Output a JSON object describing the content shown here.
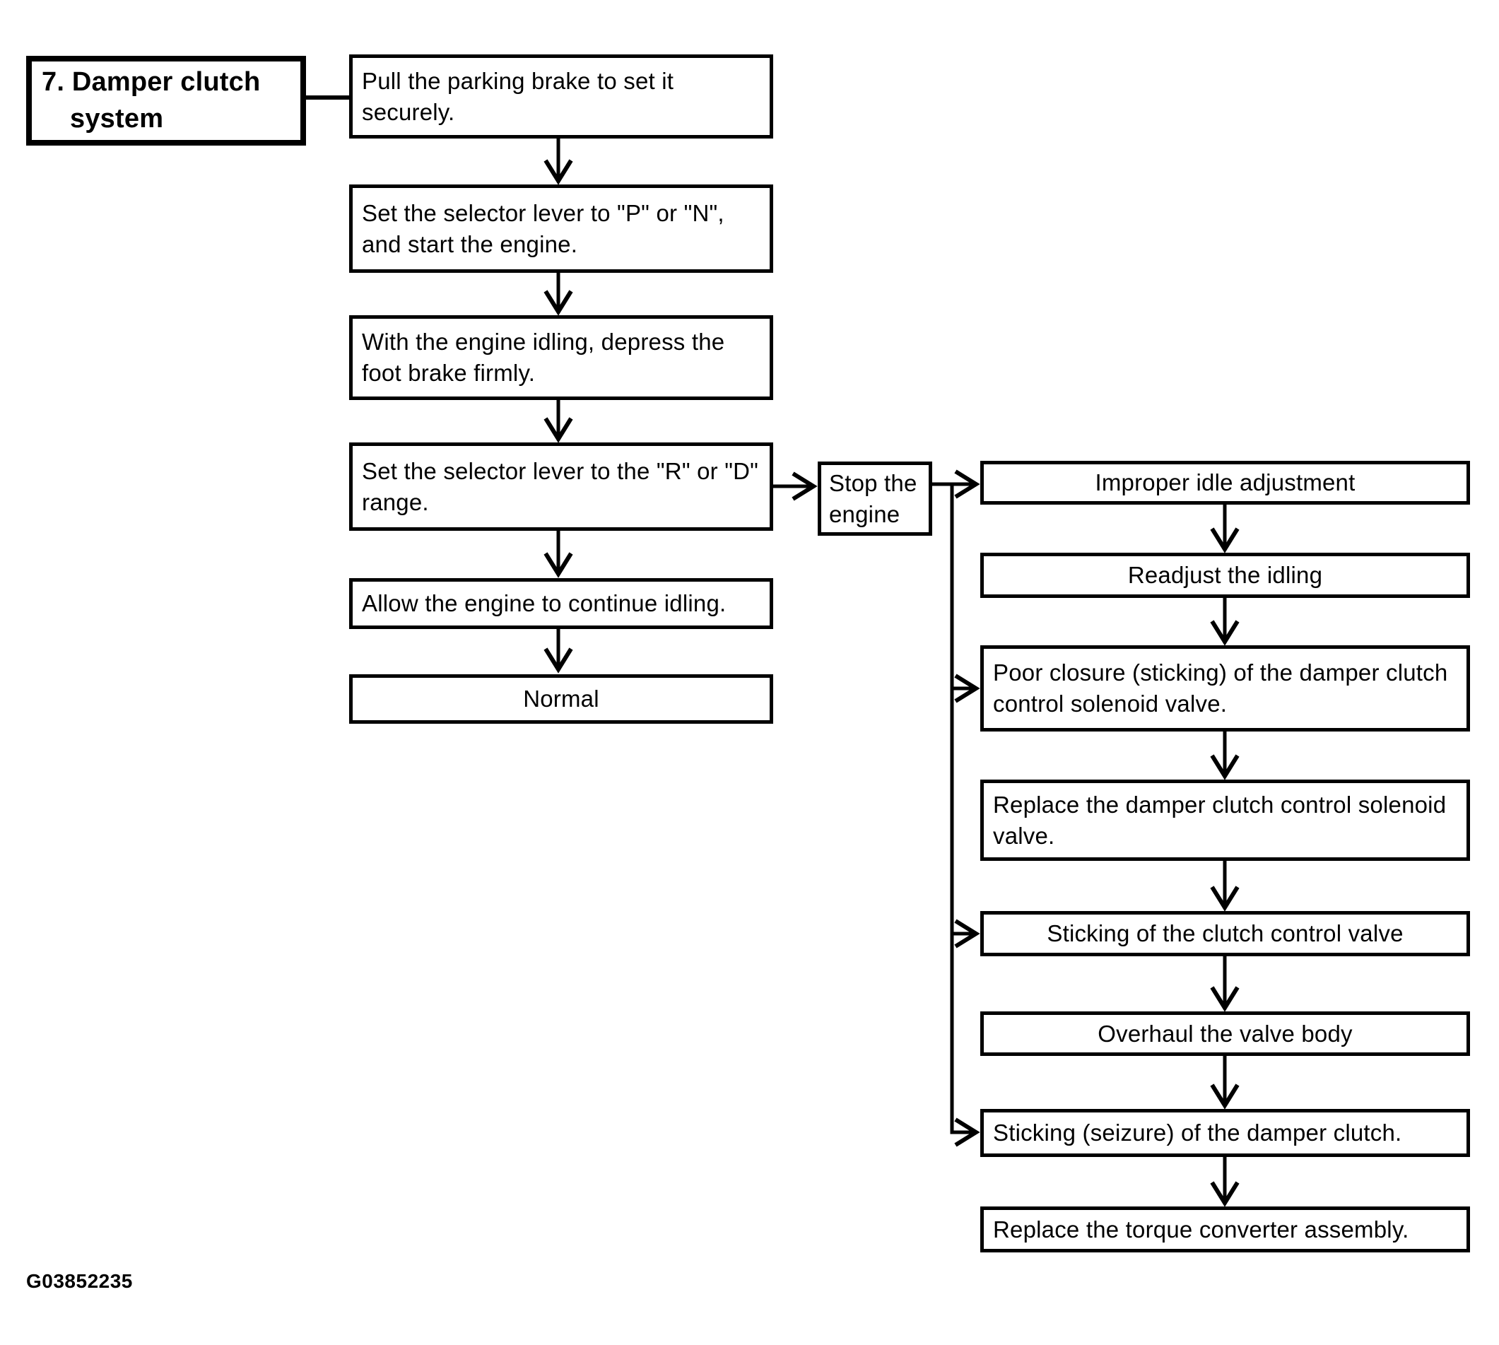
{
  "diagram": {
    "title": {
      "line1": "7. Damper clutch",
      "line2": "system"
    },
    "figure_id": "G03852235",
    "colors": {
      "ink": "#000000",
      "paper": "#ffffff"
    }
  },
  "nodes": {
    "left": [
      "Pull the parking brake to set it securely.",
      "Set the selector lever to \"P\" or \"N\", and start the engine.",
      "With the engine idling, depress the foot brake firmly.",
      "Set the selector lever to the \"R\" or \"D\" range.",
      "Allow the engine to continue idling.",
      "Normal"
    ],
    "stop": "Stop the engine",
    "right": [
      "Improper idle adjustment",
      "Readjust the idling",
      "Poor closure (sticking) of the damper clutch control solenoid valve.",
      "Replace the damper clutch control solenoid valve.",
      "Sticking of the clutch control valve",
      "Overhaul the valve body",
      "Sticking (seizure) of the damper clutch.",
      "Replace the torque converter assembly."
    ]
  },
  "edges": [
    {
      "from": "title",
      "to": "pull-parking-brake",
      "type": "line"
    },
    {
      "from": "pull-parking-brake",
      "to": "set-selector-p-n",
      "type": "arrow"
    },
    {
      "from": "set-selector-p-n",
      "to": "depress-foot-brake",
      "type": "arrow"
    },
    {
      "from": "depress-foot-brake",
      "to": "set-selector-r-d",
      "type": "arrow"
    },
    {
      "from": "set-selector-r-d",
      "to": "continue-idling",
      "type": "arrow"
    },
    {
      "from": "continue-idling",
      "to": "normal",
      "type": "arrow"
    },
    {
      "from": "set-selector-r-d",
      "to": "stop-engine",
      "type": "arrow"
    },
    {
      "from": "stop-engine",
      "to": "improper-idle-adjustment",
      "type": "arrow"
    },
    {
      "from": "stop-engine",
      "to": "poor-closure-solenoid",
      "type": "arrow"
    },
    {
      "from": "stop-engine",
      "to": "sticking-clutch-control-valve",
      "type": "arrow"
    },
    {
      "from": "stop-engine",
      "to": "sticking-damper-clutch",
      "type": "arrow"
    },
    {
      "from": "improper-idle-adjustment",
      "to": "readjust-idling",
      "type": "arrow"
    },
    {
      "from": "readjust-idling",
      "to": "poor-closure-solenoid",
      "type": "arrow"
    },
    {
      "from": "poor-closure-solenoid",
      "to": "replace-solenoid-valve",
      "type": "arrow"
    },
    {
      "from": "replace-solenoid-valve",
      "to": "sticking-clutch-control-valve",
      "type": "arrow"
    },
    {
      "from": "sticking-clutch-control-valve",
      "to": "overhaul-valve-body",
      "type": "arrow"
    },
    {
      "from": "overhaul-valve-body",
      "to": "sticking-damper-clutch",
      "type": "arrow"
    },
    {
      "from": "sticking-damper-clutch",
      "to": "replace-torque-converter",
      "type": "arrow"
    }
  ]
}
